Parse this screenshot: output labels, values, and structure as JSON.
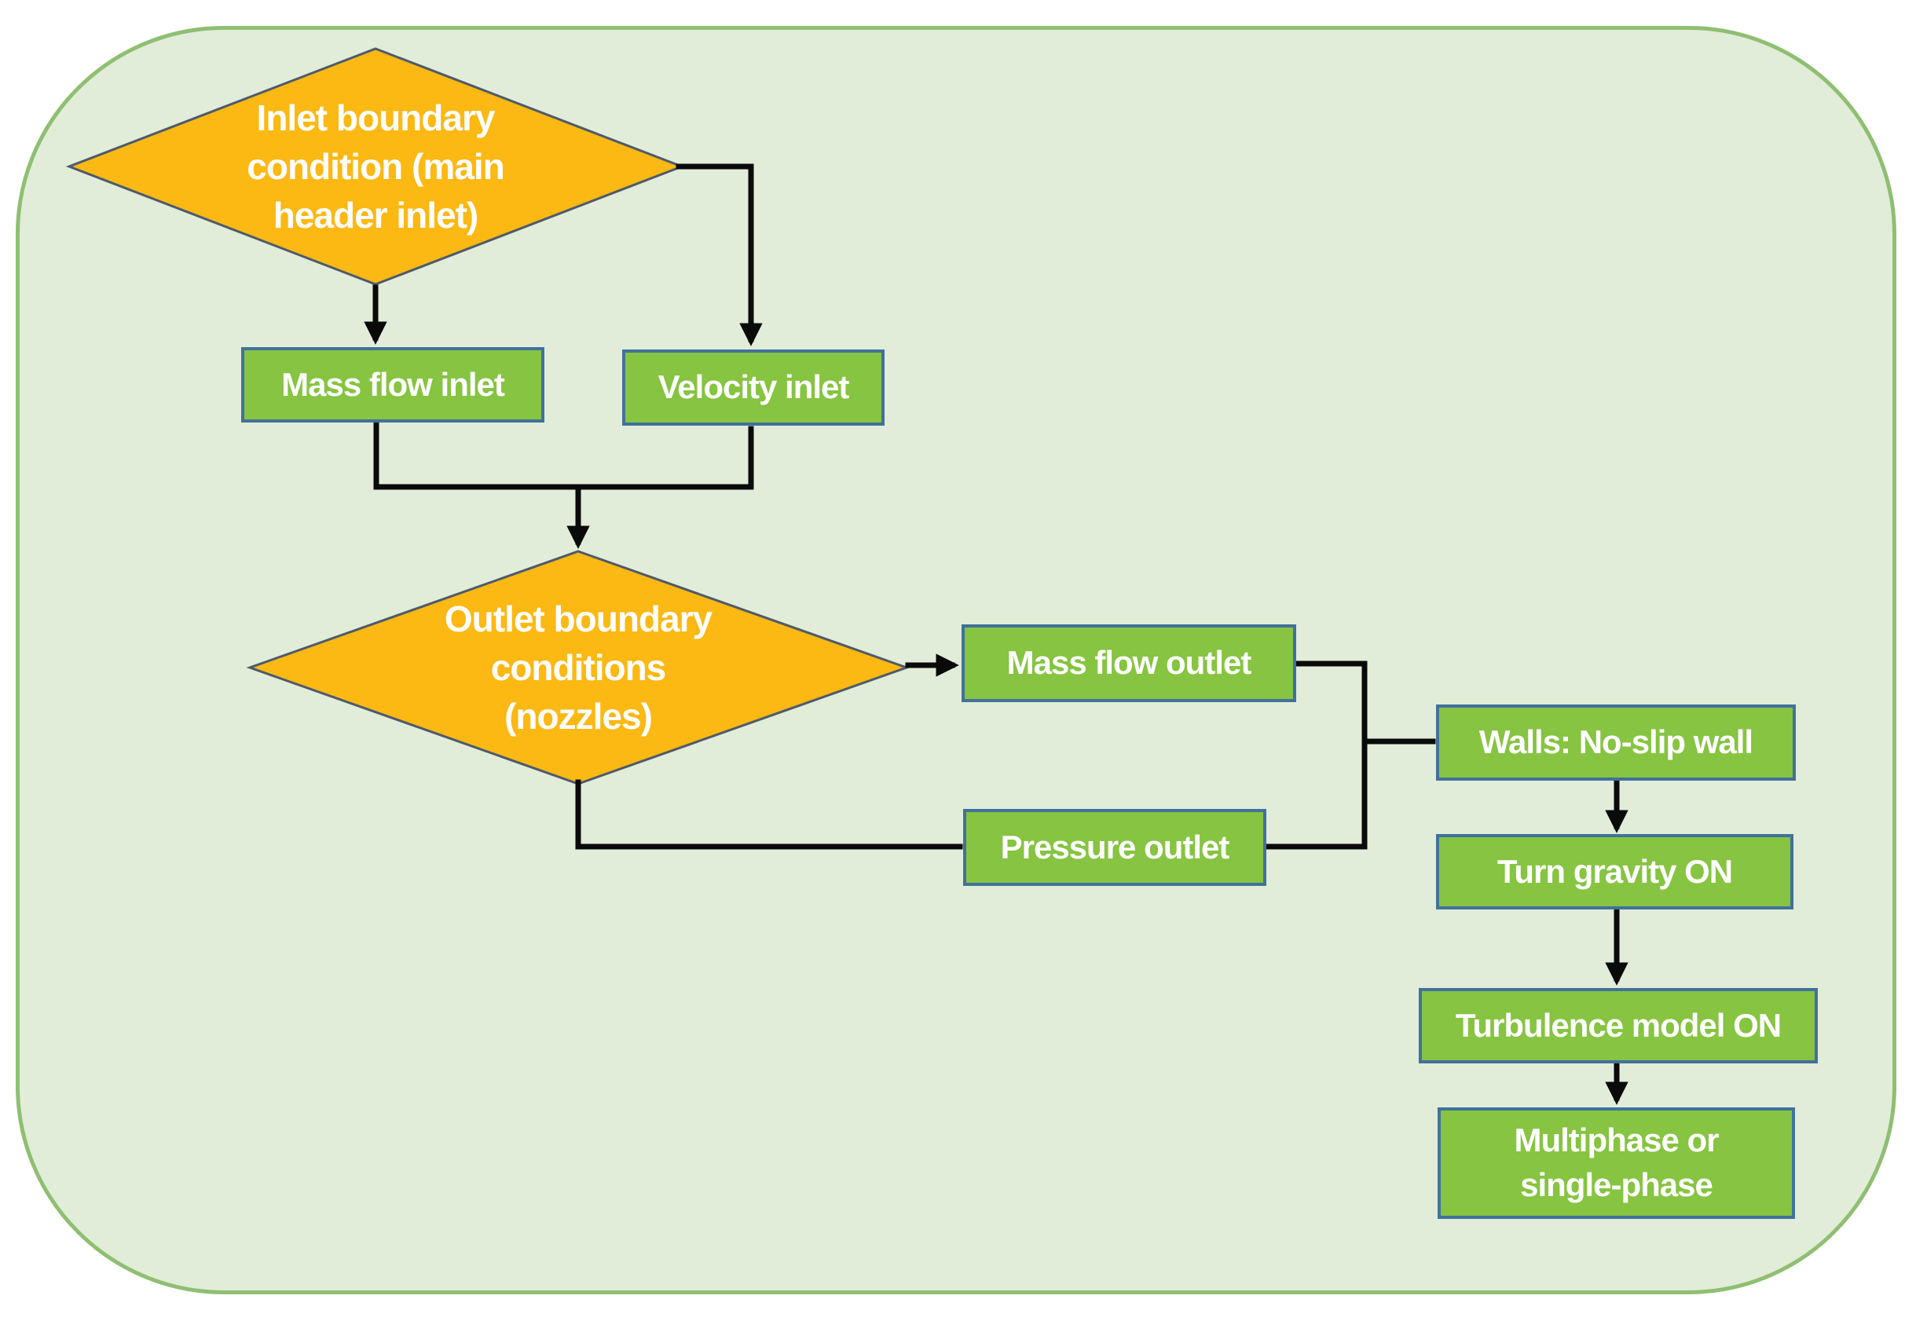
{
  "diagram": {
    "background": {
      "fill": "#e1edd8",
      "border": "#8fbf72"
    },
    "palette": {
      "decision_fill": "#fcb813",
      "decision_border": "#4d5a6b",
      "process_fill": "#86c441",
      "process_border": "#41719c",
      "connector": "#0a0a0a",
      "text": "#ffffff"
    },
    "nodes": {
      "inlet_decision": {
        "type": "decision",
        "label": "Inlet boundary condition (main header inlet)",
        "lines": [
          "Inlet boundary",
          "condition (main",
          "header inlet)"
        ]
      },
      "mass_flow_inlet": {
        "type": "process",
        "label": "Mass flow inlet"
      },
      "velocity_inlet": {
        "type": "process",
        "label": "Velocity inlet"
      },
      "outlet_decision": {
        "type": "decision",
        "label": "Outlet boundary conditions (nozzles)",
        "lines": [
          "Outlet boundary",
          "conditions",
          "(nozzles)"
        ]
      },
      "mass_flow_outlet": {
        "type": "process",
        "label": "Mass flow outlet"
      },
      "pressure_outlet": {
        "type": "process",
        "label": "Pressure outlet"
      },
      "walls": {
        "type": "process",
        "label": "Walls: No-slip wall"
      },
      "gravity": {
        "type": "process",
        "label": "Turn gravity ON"
      },
      "turbulence": {
        "type": "process",
        "label": "Turbulence model ON"
      },
      "multiphase": {
        "type": "process",
        "label": "Multiphase or single-phase",
        "lines": [
          "Multiphase or",
          "single-phase"
        ]
      }
    },
    "edges": [
      {
        "from": "inlet_decision",
        "to": "mass_flow_inlet",
        "arrow": true
      },
      {
        "from": "inlet_decision",
        "to": "velocity_inlet",
        "arrow": true
      },
      {
        "from": "mass_flow_inlet",
        "to": "outlet_decision",
        "arrow": true
      },
      {
        "from": "velocity_inlet",
        "to": "outlet_decision",
        "arrow": true
      },
      {
        "from": "outlet_decision",
        "to": "mass_flow_outlet",
        "arrow": true
      },
      {
        "from": "outlet_decision",
        "to": "pressure_outlet",
        "arrow": false
      },
      {
        "from": "mass_flow_outlet",
        "to": "walls",
        "arrow": false
      },
      {
        "from": "pressure_outlet",
        "to": "walls",
        "arrow": false
      },
      {
        "from": "walls",
        "to": "gravity",
        "arrow": true
      },
      {
        "from": "gravity",
        "to": "turbulence",
        "arrow": true
      },
      {
        "from": "turbulence",
        "to": "multiphase",
        "arrow": true
      }
    ]
  }
}
